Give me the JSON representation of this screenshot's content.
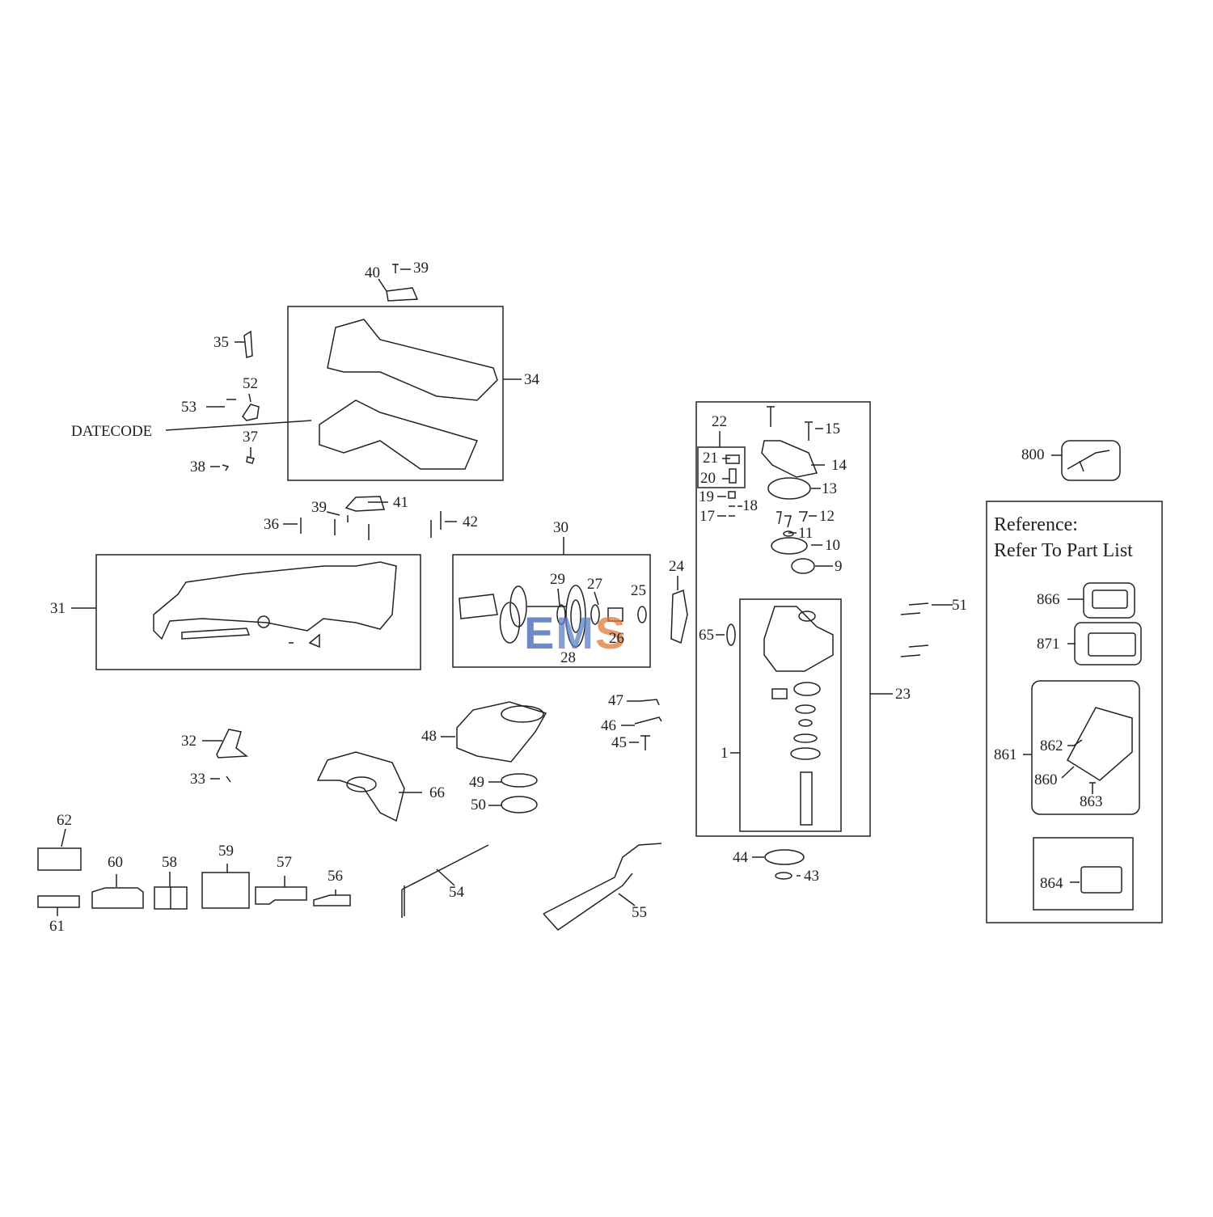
{
  "diagram": {
    "datecode_label": "DATECODE",
    "reference": {
      "line1": "Reference:",
      "line2": "Refer To Part List"
    },
    "watermark": {
      "e": "E",
      "m": "M",
      "s": "S"
    },
    "labels": {
      "l1": "1",
      "l9": "9",
      "l10": "10",
      "l11": "11",
      "l12": "12",
      "l13": "13",
      "l14": "14",
      "l15": "15",
      "l17": "17",
      "l18": "18",
      "l19": "19",
      "l20": "20",
      "l21": "21",
      "l22": "22",
      "l23": "23",
      "l24": "24",
      "l25": "25",
      "l26": "26",
      "l27": "27",
      "l28": "28",
      "l29": "29",
      "l30": "30",
      "l31": "31",
      "l32": "32",
      "l33": "33",
      "l34": "34",
      "l35": "35",
      "l36": "36",
      "l37": "37",
      "l38": "38",
      "l39a": "39",
      "l39b": "39",
      "l40": "40",
      "l41": "41",
      "l42": "42",
      "l43": "43",
      "l44": "44",
      "l45": "45",
      "l46": "46",
      "l47": "47",
      "l48": "48",
      "l49": "49",
      "l50": "50",
      "l51": "51",
      "l52": "52",
      "l53": "53",
      "l54": "54",
      "l55": "55",
      "l56": "56",
      "l57": "57",
      "l58": "58",
      "l59": "59",
      "l60": "60",
      "l61": "61",
      "l62": "62",
      "l65": "65",
      "l66": "66",
      "l800": "800",
      "l860": "860",
      "l861": "861",
      "l862": "862",
      "l863": "863",
      "l864": "864",
      "l866": "866",
      "l871": "871"
    }
  }
}
